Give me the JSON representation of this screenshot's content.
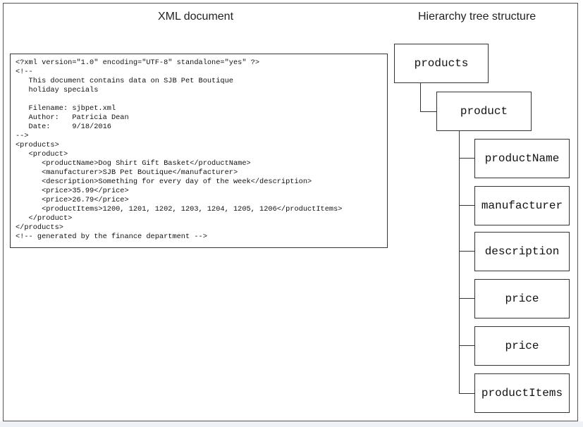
{
  "headings": {
    "xml": "XML document",
    "tree": "Hierarchy tree structure"
  },
  "xml_lines": [
    "<?xml version=\"1.0\" encoding=\"UTF-8\" standalone=\"yes\" ?>",
    "<!--",
    "   This document contains data on SJB Pet Boutique",
    "   holiday specials",
    "",
    "   Filename: sjbpet.xml",
    "   Author:   Patricia Dean",
    "   Date:     9/18/2016",
    "-->",
    "<products>",
    "   <product>",
    "      <productName>Dog Shirt Gift Basket</productName>",
    "      <manufacturer>SJB Pet Boutique</manufacturer>",
    "      <description>Something for every day of the week</description>",
    "      <price>35.99</price>",
    "      <price>26.79</price>",
    "      <productItems>1200, 1201, 1202, 1203, 1204, 1205, 1206</productItems>",
    "   </product>",
    "</products>",
    "<!-- generated by the finance department -->"
  ],
  "tree": {
    "root": "products",
    "child": "product",
    "leaves": [
      "productName",
      "manufacturer",
      "description",
      "price",
      "price",
      "productItems"
    ]
  }
}
